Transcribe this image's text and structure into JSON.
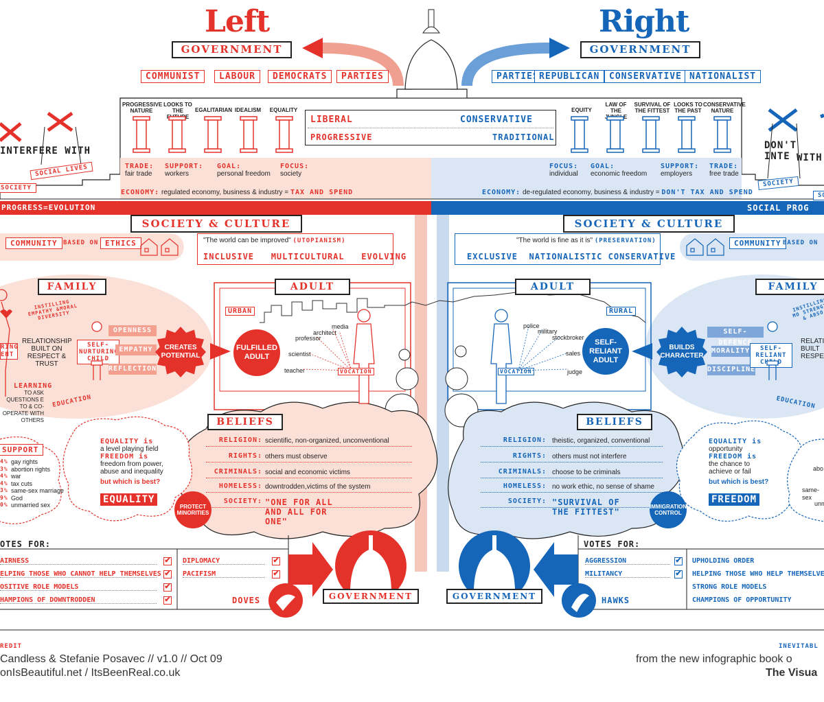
{
  "titles": {
    "left": "Left",
    "right": "Right"
  },
  "government_label": "GOVERNMENT",
  "parties": {
    "left": [
      "COMMUNIST",
      "LABOUR",
      "DEMOCRATS",
      "PARTIES"
    ],
    "right": [
      "PARTIES",
      "REPUBLICAN",
      "CONSERVATIVE",
      "NATIONALIST"
    ]
  },
  "pillars": {
    "left": [
      "PROGRESSIVE NATURE",
      "LOOKS TO THE FUTURE",
      "EGALITARIAN",
      "IDEALISM",
      "EQUALITY"
    ],
    "right": [
      "EQUITY",
      "LAW OF THE JUNGLE",
      "SURVIVAL OF THE FITTEST",
      "LOOKS TO THE PAST",
      "CONSERVATIVE NATURE"
    ]
  },
  "spectrum": {
    "liberal": "LIBERAL",
    "progressive": "PROGRESSIVE",
    "conservative": "CONSERVATIVE",
    "traditional": "TRADITIONAL"
  },
  "left_base": {
    "trade_k": "TRADE:",
    "trade_v": "fair trade",
    "support_k": "SUPPORT:",
    "support_v": "workers",
    "goal_k": "GOAL:",
    "goal_v": "personal freedom",
    "focus_k": "FOCUS:",
    "focus_v": "society"
  },
  "right_base": {
    "focus_k": "FOCUS:",
    "focus_v": "individual",
    "goal_k": "GOAL:",
    "goal_v": "economic freedom",
    "support_k": "SUPPORT:",
    "support_v": "employers",
    "trade_k": "TRADE:",
    "trade_v": "free trade"
  },
  "economy": {
    "label": "ECONOMY:",
    "left_text": "regulated economy, business & industry =",
    "left_em": "TAX AND SPEND",
    "right_text": "de-regulated economy, business & industry =",
    "right_em": "DON'T TAX AND SPEND"
  },
  "social_progress": {
    "left": "PROGRESS=EVOLUTION",
    "right": "SOCIAL PROG"
  },
  "side_left": {
    "text": "INTERFERE WITH",
    "tag1": "SOCIAL LIVES",
    "tag2": "SOCIETY"
  },
  "side_right": {
    "text1": "DON'T INTE",
    "text2": "WITH",
    "tag1": "SOCIETY",
    "tag2": "SO"
  },
  "society_label": "SOCIETY & CULTURE",
  "society_left": {
    "community": "COMMUNITY",
    "based_on": "BASED ON",
    "ethics": "ETHICS",
    "quote": "\"The world can be improved\"",
    "quote_em": "(UTOPIANISM)",
    "words": "INCLUSIVE   MULTICULTURAL   EVOLVING"
  },
  "society_right": {
    "community": "COMMUNITY",
    "based_on": "BASED ON",
    "quote": "\"The world is fine as it is\"",
    "quote_em": "(PRESERVATION)",
    "words": "EXCLUSIVE  NATIONALISTIC CONSERVATIVE"
  },
  "family_label": "FAMILY",
  "adult_label": "ADULT",
  "family_left": {
    "instilling": "INSTILLING EMPATHY &MORAL DIVERSITY",
    "relationship": "RELATIONSHIP BUILT ON RESPECT & TRUST",
    "child": "SELF-NURTURING CHILD",
    "nurturing": "RING ENT",
    "openness": "OPENNESS",
    "empathy": "EMPATHY",
    "reflection": "REFLECTION",
    "creates": "CREATES POTENTIAL",
    "learning": "LEARNING",
    "learning_sub": "TO ASK QUESTIONS E TO & CO-OPERATE WITH OTHERS",
    "education": "EDUCATION"
  },
  "family_right": {
    "instilling": "INSTILLING MO STRENGTH & ABSO",
    "relationship": "RELATIO BUILT RESPECT",
    "child": "SELF-RELIANT CHILD",
    "self_defence": "SELF-DEFENCE",
    "morality": "MORALITY",
    "discipline": "DISCIPLINE",
    "builds": "BUILDS CHARACTER",
    "education": "EDUCATION"
  },
  "adult_left": {
    "urban": "URBAN",
    "fulfilled": "FULFILLED ADULT",
    "vocation": "VOCATION",
    "jobs": [
      "media",
      "architect",
      "professor",
      "scientist",
      "teacher"
    ]
  },
  "adult_right": {
    "rural": "RURAL",
    "self_reliant": "SELF-RELIANT ADULT",
    "vocation": "VOCATION",
    "jobs": [
      "police",
      "military",
      "stockbroker",
      "sales",
      "judge"
    ]
  },
  "beliefs_label": "BELIEFS",
  "beliefs_keys": [
    "RELIGION:",
    "RIGHTS:",
    "CRIMINALS:",
    "HOMELESS:",
    "SOCIETY:"
  ],
  "beliefs_left": [
    "scientific, non-organized, unconventional",
    "others must observe",
    "social and economic victims",
    "downtrodden,victims of the system",
    "\"ONE FOR ALL AND ALL FOR ONE\""
  ],
  "beliefs_right": [
    "theistic, organized, conventional",
    "others must not interfere",
    "choose to be criminals",
    "no work ethic, no sense of shame",
    "\"SURVIVAL OF THE FITTEST\""
  ],
  "equality_left": {
    "eq_k": "EQUALITY is",
    "eq_v": "a level playing field",
    "fr_k": "FREEDOM is",
    "fr_v": "freedom from power, abuse and inequality",
    "q": "but which is best?",
    "ans": "EQUALITY",
    "protect": "PROTECT MINORITIES"
  },
  "equality_right": {
    "eq_k": "EQUALITY is",
    "eq_v": "opportunity",
    "fr_k": "FREEDOM is",
    "fr_v": "the chance to achieve or fail",
    "q": "but which is best?",
    "ans": "FREEDOM",
    "immigration": "IMMIGRATION CONTROL"
  },
  "support_left": {
    "title": "SUPPORT",
    "items": [
      {
        "pct": "4%",
        "label": "gay rights"
      },
      {
        "pct": "3%",
        "label": "abortion rights"
      },
      {
        "pct": "4%",
        "label": "war"
      },
      {
        "pct": "4%",
        "label": "tax cuts"
      },
      {
        "pct": "3%",
        "label": "same-sex marriage"
      },
      {
        "pct": "9%",
        "label": "God"
      },
      {
        "pct": "0%",
        "label": "unmarried sex"
      }
    ]
  },
  "support_right_partial": [
    "abo",
    "same-sex",
    "unm"
  ],
  "votes_label": "VOTES FOR:",
  "votes_left_cut": "OTES FOR:",
  "votes_left": [
    "AIRNESS",
    "ELPING THOSE WHO CANNOT HELP THEMSELVES",
    "OSITIVE ROLE MODELS",
    "HAMPIONS OF DOWNTRODDEN"
  ],
  "votes_left2": [
    "DIPLOMACY",
    "PACIFISM"
  ],
  "votes_right": [
    "AGGRESSION",
    "MILITANCY"
  ],
  "votes_right2": [
    "UPHOLDING ORDER",
    "HELPING THOSE WHO HELP THEMSELVES",
    "STRONG ROLE MODELS",
    "CHAMPIONS OF OPPORTUNITY"
  ],
  "doves": "DOVES",
  "hawks": "HAWKS",
  "credit": {
    "label": "REDIT",
    "line1": "Candless & Stefanie Posavec // v1.0 // Oct 09",
    "line2": "onIsBeautiful.net / ItsBeenReal.co.uk",
    "right_label": "INEVITABL",
    "right_line1": "from the new infographic book o",
    "right_line2": "The Visua"
  },
  "colors": {
    "red": "#e4322b",
    "blue": "#1565b8",
    "pink": "#fbe0d8",
    "lightblue": "#dbe6f4"
  }
}
